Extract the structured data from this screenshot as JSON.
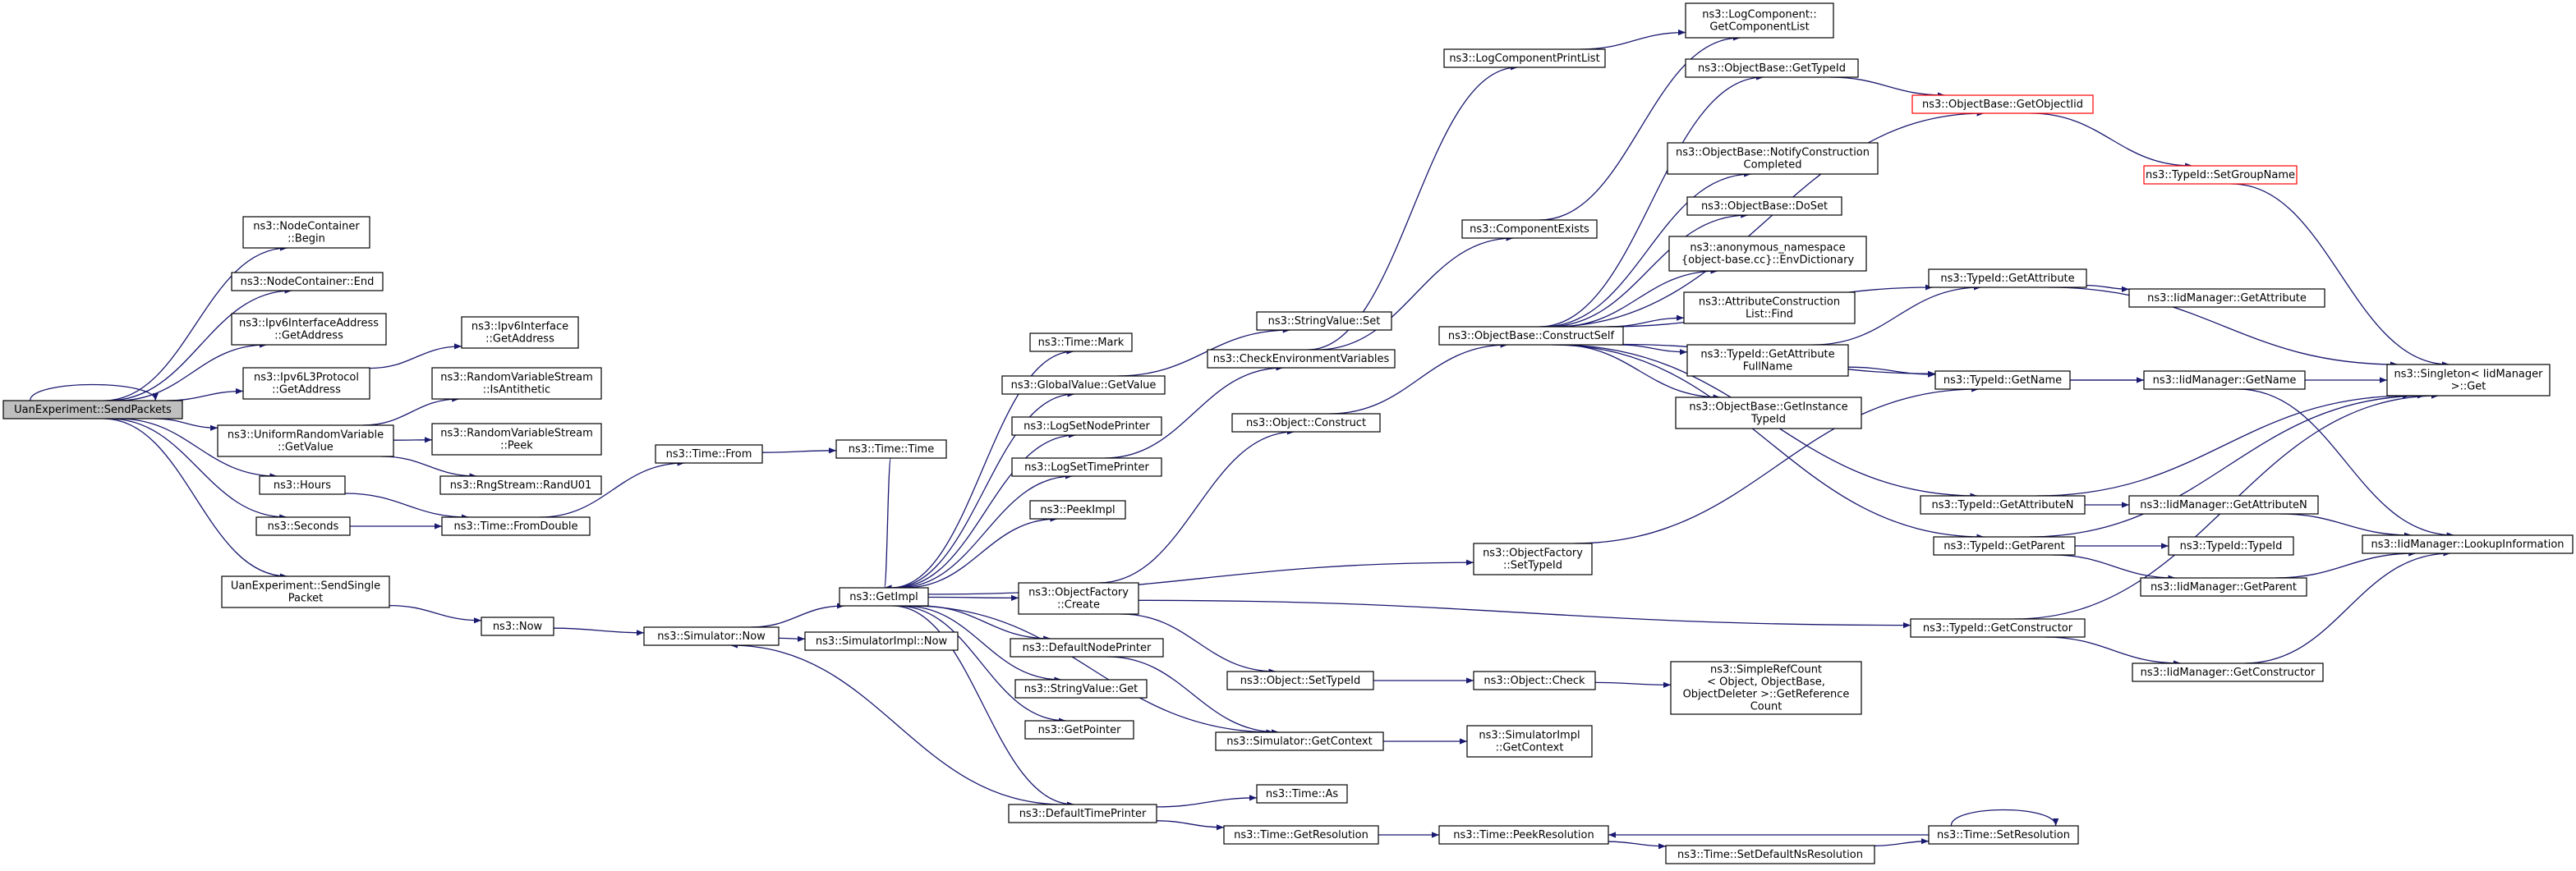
{
  "colors": {
    "edge": "#191970",
    "node_border": "#000000",
    "root_fill": "#bfbfbf",
    "highlight_border": "#ff0000",
    "background": "#ffffff"
  },
  "nodes": [
    {
      "id": "root",
      "lines": [
        "UanExperiment::SendPackets"
      ],
      "style": "root"
    },
    {
      "id": "nc_begin",
      "lines": [
        "ns3::NodeContainer",
        "::Begin"
      ]
    },
    {
      "id": "nc_end",
      "lines": [
        "ns3::NodeContainer::End"
      ]
    },
    {
      "id": "ipv6ia_getaddr",
      "lines": [
        "ns3::Ipv6InterfaceAddress",
        "::GetAddress"
      ]
    },
    {
      "id": "ipv6l3_getaddr",
      "lines": [
        "ns3::Ipv6L3Protocol",
        "::GetAddress"
      ]
    },
    {
      "id": "urv_getvalue",
      "lines": [
        "ns3::UniformRandomVariable",
        "::GetValue"
      ]
    },
    {
      "id": "hours",
      "lines": [
        "ns3::Hours"
      ]
    },
    {
      "id": "seconds",
      "lines": [
        "ns3::Seconds"
      ]
    },
    {
      "id": "sendsingle",
      "lines": [
        "UanExperiment::SendSingle",
        "Packet"
      ]
    },
    {
      "id": "ipv6if_getaddr",
      "lines": [
        "ns3::Ipv6Interface",
        "::GetAddress"
      ]
    },
    {
      "id": "rvs_isanti",
      "lines": [
        "ns3::RandomVariableStream",
        "::IsAntithetic"
      ]
    },
    {
      "id": "rvs_peek",
      "lines": [
        "ns3::RandomVariableStream",
        "::Peek"
      ]
    },
    {
      "id": "rng_randu01",
      "lines": [
        "ns3::RngStream::RandU01"
      ]
    },
    {
      "id": "time_fromdouble",
      "lines": [
        "ns3::Time::FromDouble"
      ]
    },
    {
      "id": "now",
      "lines": [
        "ns3::Now"
      ]
    },
    {
      "id": "time_from",
      "lines": [
        "ns3::Time::From"
      ]
    },
    {
      "id": "time_time",
      "lines": [
        "ns3::Time::Time"
      ]
    },
    {
      "id": "sim_now",
      "lines": [
        "ns3::Simulator::Now"
      ]
    },
    {
      "id": "getimpl",
      "lines": [
        "ns3::GetImpl"
      ]
    },
    {
      "id": "simimpl_now",
      "lines": [
        "ns3::SimulatorImpl::Now"
      ]
    },
    {
      "id": "time_mark",
      "lines": [
        "ns3::Time::Mark"
      ]
    },
    {
      "id": "gv_getvalue",
      "lines": [
        "ns3::GlobalValue::GetValue"
      ]
    },
    {
      "id": "lognodeprinter",
      "lines": [
        "ns3::LogSetNodePrinter"
      ]
    },
    {
      "id": "logtimeprinter",
      "lines": [
        "ns3::LogSetTimePrinter"
      ]
    },
    {
      "id": "peekimpl",
      "lines": [
        "ns3::PeekImpl"
      ]
    },
    {
      "id": "of_create",
      "lines": [
        "ns3::ObjectFactory",
        "::Create"
      ]
    },
    {
      "id": "defnodeprinter",
      "lines": [
        "ns3::DefaultNodePrinter"
      ]
    },
    {
      "id": "sv_get",
      "lines": [
        "ns3::StringValue::Get"
      ]
    },
    {
      "id": "getpointer",
      "lines": [
        "ns3::GetPointer"
      ]
    },
    {
      "id": "deftimeprinter",
      "lines": [
        "ns3::DefaultTimePrinter"
      ]
    },
    {
      "id": "sv_set",
      "lines": [
        "ns3::StringValue::Set"
      ]
    },
    {
      "id": "checkenv",
      "lines": [
        "ns3::CheckEnvironmentVariables"
      ]
    },
    {
      "id": "obj_construct",
      "lines": [
        "ns3::Object::Construct"
      ]
    },
    {
      "id": "obj_settypeid",
      "lines": [
        "ns3::Object::SetTypeId"
      ]
    },
    {
      "id": "sim_getcontext",
      "lines": [
        "ns3::Simulator::GetContext"
      ]
    },
    {
      "id": "time_as",
      "lines": [
        "ns3::Time::As"
      ]
    },
    {
      "id": "time_getres",
      "lines": [
        "ns3::Time::GetResolution"
      ]
    },
    {
      "id": "logcompprintlist",
      "lines": [
        "ns3::LogComponentPrintList"
      ]
    },
    {
      "id": "compexists",
      "lines": [
        "ns3::ComponentExists"
      ]
    },
    {
      "id": "ob_constructself",
      "lines": [
        "ns3::ObjectBase::ConstructSelf"
      ]
    },
    {
      "id": "of_settypeid",
      "lines": [
        "ns3::ObjectFactory",
        "::SetTypeId"
      ]
    },
    {
      "id": "obj_check",
      "lines": [
        "ns3::Object::Check"
      ]
    },
    {
      "id": "simimpl_getcontext",
      "lines": [
        "ns3::SimulatorImpl",
        "::GetContext"
      ]
    },
    {
      "id": "time_peekres",
      "lines": [
        "ns3::Time::PeekResolution"
      ]
    },
    {
      "id": "logcomp_getlist",
      "lines": [
        "ns3::LogComponent::",
        "GetComponentList"
      ]
    },
    {
      "id": "ob_gettypeid",
      "lines": [
        "ns3::ObjectBase::GetTypeId"
      ]
    },
    {
      "id": "ob_notify",
      "lines": [
        "ns3::ObjectBase::NotifyConstruction",
        "Completed"
      ]
    },
    {
      "id": "ob_doset",
      "lines": [
        "ns3::ObjectBase::DoSet"
      ]
    },
    {
      "id": "anon_envdict",
      "lines": [
        "ns3::anonymous_namespace",
        "{object-base.cc}::EnvDictionary"
      ]
    },
    {
      "id": "acl_find",
      "lines": [
        "ns3::AttributeConstruction",
        "List::Find"
      ]
    },
    {
      "id": "tid_getattrfullname",
      "lines": [
        "ns3::TypeId::GetAttribute",
        "FullName"
      ]
    },
    {
      "id": "ob_getinstancetypeid",
      "lines": [
        "ns3::ObjectBase::GetInstance",
        "TypeId"
      ]
    },
    {
      "id": "simplerefcount",
      "lines": [
        "ns3::SimpleRefCount",
        "< Object, ObjectBase,",
        "ObjectDeleter >::GetReference",
        "Count"
      ]
    },
    {
      "id": "time_setdefns",
      "lines": [
        "ns3::Time::SetDefaultNsResolution"
      ]
    },
    {
      "id": "ob_getobjectiid",
      "lines": [
        "ns3::ObjectBase::GetObjectIid"
      ],
      "style": "red"
    },
    {
      "id": "tid_getattribute",
      "lines": [
        "ns3::TypeId::GetAttribute"
      ]
    },
    {
      "id": "tid_getname",
      "lines": [
        "ns3::TypeId::GetName"
      ]
    },
    {
      "id": "tid_getattrn",
      "lines": [
        "ns3::TypeId::GetAttributeN"
      ]
    },
    {
      "id": "tid_getparent",
      "lines": [
        "ns3::TypeId::GetParent"
      ]
    },
    {
      "id": "tid_getconstructor",
      "lines": [
        "ns3::TypeId::GetConstructor"
      ]
    },
    {
      "id": "time_setres",
      "lines": [
        "ns3::Time::SetResolution"
      ]
    },
    {
      "id": "tid_setgroupname",
      "lines": [
        "ns3::TypeId::SetGroupName"
      ],
      "style": "red"
    },
    {
      "id": "iidm_getattribute",
      "lines": [
        "ns3::IidManager::GetAttribute"
      ]
    },
    {
      "id": "iidm_getname",
      "lines": [
        "ns3::IidManager::GetName"
      ]
    },
    {
      "id": "iidm_getattrn",
      "lines": [
        "ns3::IidManager::GetAttributeN"
      ]
    },
    {
      "id": "tid_typeid",
      "lines": [
        "ns3::TypeId::TypeId"
      ]
    },
    {
      "id": "iidm_getparent",
      "lines": [
        "ns3::IidManager::GetParent"
      ]
    },
    {
      "id": "iidm_getconstructor",
      "lines": [
        "ns3::IidManager::GetConstructor"
      ]
    },
    {
      "id": "singleton_get",
      "lines": [
        "ns3::Singleton< IidManager",
        ">::Get"
      ]
    },
    {
      "id": "iidm_lookup",
      "lines": [
        "ns3::IidManager::LookupInformation"
      ]
    }
  ],
  "edges": [
    [
      "root",
      "root"
    ],
    [
      "root",
      "nc_begin"
    ],
    [
      "root",
      "nc_end"
    ],
    [
      "root",
      "ipv6ia_getaddr"
    ],
    [
      "root",
      "ipv6l3_getaddr"
    ],
    [
      "root",
      "urv_getvalue"
    ],
    [
      "root",
      "hours"
    ],
    [
      "root",
      "seconds"
    ],
    [
      "root",
      "sendsingle"
    ],
    [
      "ipv6l3_getaddr",
      "ipv6if_getaddr"
    ],
    [
      "urv_getvalue",
      "rvs_isanti"
    ],
    [
      "urv_getvalue",
      "rvs_peek"
    ],
    [
      "urv_getvalue",
      "rng_randu01"
    ],
    [
      "hours",
      "time_fromdouble"
    ],
    [
      "seconds",
      "time_fromdouble"
    ],
    [
      "time_fromdouble",
      "time_from"
    ],
    [
      "time_from",
      "time_time"
    ],
    [
      "time_time",
      "getimpl"
    ],
    [
      "sendsingle",
      "now"
    ],
    [
      "now",
      "sim_now"
    ],
    [
      "sim_now",
      "getimpl"
    ],
    [
      "sim_now",
      "simimpl_now"
    ],
    [
      "getimpl",
      "time_mark"
    ],
    [
      "getimpl",
      "gv_getvalue"
    ],
    [
      "getimpl",
      "lognodeprinter"
    ],
    [
      "getimpl",
      "logtimeprinter"
    ],
    [
      "getimpl",
      "peekimpl"
    ],
    [
      "getimpl",
      "of_create"
    ],
    [
      "getimpl",
      "defnodeprinter"
    ],
    [
      "getimpl",
      "sv_get"
    ],
    [
      "getimpl",
      "getpointer"
    ],
    [
      "getimpl",
      "deftimeprinter"
    ],
    [
      "getimpl",
      "sim_getcontext"
    ],
    [
      "getimpl",
      "of_settypeid"
    ],
    [
      "gv_getvalue",
      "sv_set"
    ],
    [
      "logtimeprinter",
      "checkenv"
    ],
    [
      "of_create",
      "obj_construct"
    ],
    [
      "of_create",
      "obj_settypeid"
    ],
    [
      "of_create",
      "tid_getconstructor"
    ],
    [
      "defnodeprinter",
      "sim_getcontext"
    ],
    [
      "deftimeprinter",
      "time_as"
    ],
    [
      "deftimeprinter",
      "time_getres"
    ],
    [
      "deftimeprinter",
      "sim_now"
    ],
    [
      "checkenv",
      "logcompprintlist"
    ],
    [
      "checkenv",
      "compexists"
    ],
    [
      "obj_construct",
      "ob_constructself"
    ],
    [
      "obj_settypeid",
      "obj_check"
    ],
    [
      "obj_check",
      "simplerefcount"
    ],
    [
      "sim_getcontext",
      "simimpl_getcontext"
    ],
    [
      "time_getres",
      "time_peekres"
    ],
    [
      "logcompprintlist",
      "logcomp_getlist"
    ],
    [
      "compexists",
      "logcomp_getlist"
    ],
    [
      "ob_constructself",
      "ob_gettypeid"
    ],
    [
      "ob_constructself",
      "ob_notify"
    ],
    [
      "ob_constructself",
      "ob_doset"
    ],
    [
      "ob_constructself",
      "anon_envdict"
    ],
    [
      "ob_constructself",
      "acl_find"
    ],
    [
      "ob_constructself",
      "tid_getattrfullname"
    ],
    [
      "ob_constructself",
      "ob_getinstancetypeid"
    ],
    [
      "ob_constructself",
      "tid_getname"
    ],
    [
      "ob_constructself",
      "tid_getattrn"
    ],
    [
      "ob_constructself",
      "tid_getparent"
    ],
    [
      "ob_constructself",
      "ob_getobjectiid"
    ],
    [
      "ob_constructself",
      "tid_getattribute"
    ],
    [
      "of_settypeid",
      "tid_getname"
    ],
    [
      "ob_gettypeid",
      "ob_getobjectiid"
    ],
    [
      "ob_getobjectiid",
      "tid_setgroupname"
    ],
    [
      "tid_setgroupname",
      "singleton_get"
    ],
    [
      "tid_getattrfullname",
      "tid_getattribute"
    ],
    [
      "tid_getattrfullname",
      "tid_getname"
    ],
    [
      "tid_getattribute",
      "iidm_getattribute"
    ],
    [
      "tid_getattribute",
      "singleton_get"
    ],
    [
      "tid_getname",
      "iidm_getname"
    ],
    [
      "tid_getname",
      "singleton_get"
    ],
    [
      "tid_getattrn",
      "iidm_getattrn"
    ],
    [
      "tid_getattrn",
      "singleton_get"
    ],
    [
      "tid_getparent",
      "tid_typeid"
    ],
    [
      "tid_getparent",
      "iidm_getparent"
    ],
    [
      "tid_getparent",
      "singleton_get"
    ],
    [
      "tid_getconstructor",
      "iidm_getconstructor"
    ],
    [
      "tid_getconstructor",
      "singleton_get"
    ],
    [
      "iidm_getname",
      "iidm_lookup"
    ],
    [
      "iidm_getattrn",
      "iidm_lookup"
    ],
    [
      "iidm_getparent",
      "iidm_lookup"
    ],
    [
      "iidm_getconstructor",
      "iidm_lookup"
    ],
    [
      "time_peekres",
      "time_setdefns"
    ],
    [
      "time_setdefns",
      "time_setres"
    ],
    [
      "time_setres",
      "time_peekres"
    ],
    [
      "time_setres",
      "time_setres"
    ]
  ]
}
